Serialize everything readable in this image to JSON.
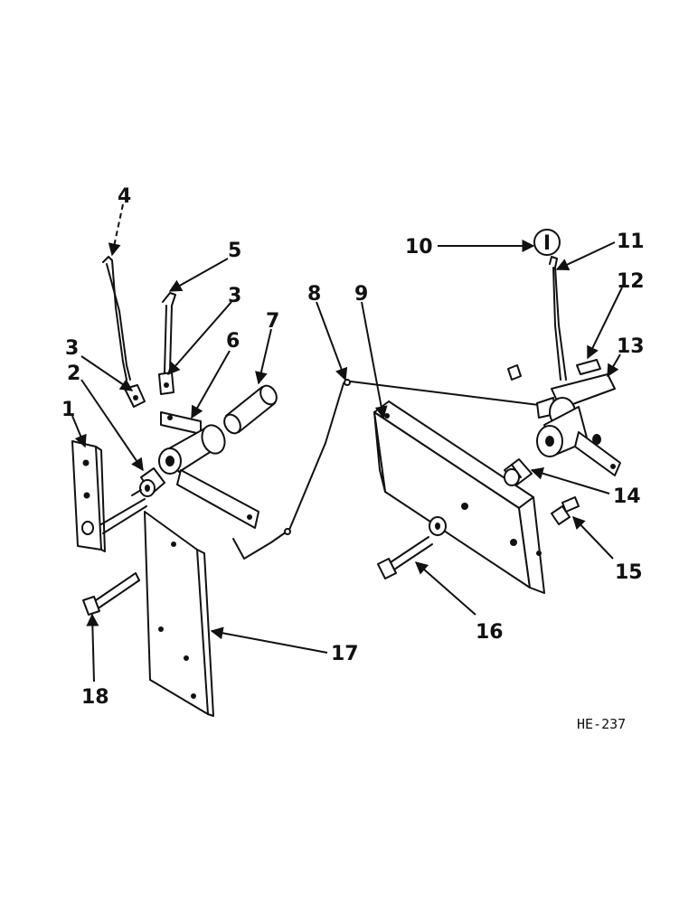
{
  "callouts": {
    "c1": "1",
    "c2": "2",
    "c3a": "3",
    "c3b": "3",
    "c4": "4",
    "c5": "5",
    "c6": "6",
    "c7": "7",
    "c8": "8",
    "c9": "9",
    "c10": "10",
    "c10_dash": "–",
    "c10_circle": "I",
    "c11": "11",
    "c12": "12",
    "c13": "13",
    "c14": "14",
    "c15": "15",
    "c16": "16",
    "c17": "17",
    "c18": "18"
  },
  "figure_code": "HE-237"
}
